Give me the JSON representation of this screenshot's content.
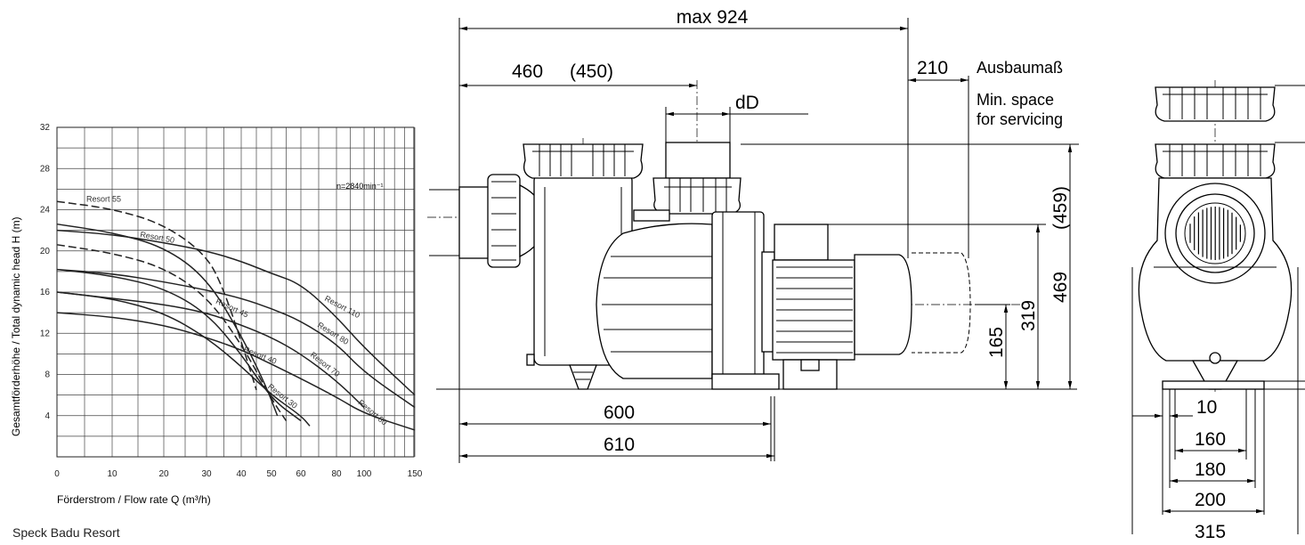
{
  "caption": "Speck Badu Resort",
  "chart_data": {
    "type": "line",
    "title": "",
    "xlabel": "Förderstrom /  Flow rate  Q (m³/h)",
    "ylabel": "Gesamtförderhöhe / Total dynamic head   H (m)",
    "xlim": [
      0,
      150
    ],
    "ylim": [
      0,
      32
    ],
    "x_scale": "nonlinear (compressed above 60)",
    "x_ticks": [
      "0",
      "10",
      "20",
      "30",
      "40",
      "50",
      "60",
      "80",
      "100",
      "150"
    ],
    "y_ticks": [
      "4",
      "8",
      "12",
      "16",
      "20",
      "24",
      "28",
      "32"
    ],
    "grid": true,
    "annotation": "n=2840min⁻¹",
    "series": [
      {
        "name": "Resort 55",
        "x": [
          0,
          10,
          20,
          30,
          35,
          40,
          45
        ],
        "y": [
          24.8,
          24.1,
          22.6,
          19.6,
          16.2,
          11.2,
          6.5
        ],
        "style": "dashed"
      },
      {
        "name": "Resort 50",
        "x": [
          0,
          10,
          20,
          30,
          40,
          48,
          52
        ],
        "y": [
          22.6,
          21.8,
          20.4,
          17.4,
          11.8,
          7.0,
          4.0
        ],
        "style": "solid"
      },
      {
        "name": "Resort 45",
        "x": [
          0,
          10,
          20,
          30,
          40,
          50,
          55
        ],
        "y": [
          20.6,
          19.8,
          18.4,
          15.6,
          11.0,
          5.6,
          3.5
        ],
        "style": "dashed"
      },
      {
        "name": "Resort 40",
        "x": [
          0,
          10,
          20,
          30,
          40,
          50,
          60
        ],
        "y": [
          18.2,
          17.6,
          16.4,
          14.0,
          10.0,
          5.6,
          3.5
        ],
        "style": "solid"
      },
      {
        "name": "Resort 30",
        "x": [
          0,
          10,
          20,
          30,
          40,
          50,
          60,
          65
        ],
        "y": [
          16.0,
          15.4,
          14.0,
          11.6,
          8.8,
          6.0,
          4.0,
          3.0
        ],
        "style": "solid"
      },
      {
        "name": "Resort 60",
        "x": [
          0,
          10,
          20,
          30,
          40,
          50,
          60,
          80,
          100,
          150
        ],
        "y": [
          14.0,
          13.6,
          12.8,
          11.6,
          10.4,
          9.0,
          7.6,
          5.8,
          4.2,
          2.6
        ],
        "style": "solid"
      },
      {
        "name": "Resort 70",
        "x": [
          0,
          10,
          20,
          30,
          40,
          50,
          60,
          80,
          100
        ],
        "y": [
          16.0,
          15.4,
          14.8,
          14.0,
          12.8,
          11.6,
          10.0,
          7.4,
          4.8
        ],
        "style": "solid"
      },
      {
        "name": "Resort 80",
        "x": [
          0,
          10,
          20,
          30,
          40,
          50,
          60,
          80,
          100,
          150
        ],
        "y": [
          18.2,
          17.8,
          17.0,
          16.2,
          15.4,
          14.4,
          13.2,
          11.0,
          8.2,
          4.8
        ],
        "style": "solid"
      },
      {
        "name": "Resort 110",
        "x": [
          0,
          10,
          20,
          30,
          40,
          50,
          60,
          80,
          100,
          150
        ],
        "y": [
          22.0,
          21.6,
          20.8,
          20.0,
          19.0,
          17.8,
          16.8,
          13.6,
          10.6,
          6.0
        ],
        "style": "solid"
      }
    ]
  },
  "drawing": {
    "dims": {
      "max": "max 924",
      "d460": "460",
      "d450": "(450)",
      "dD": "dD",
      "d210": "210",
      "ausbau": "Ausbaumaß",
      "min_space_1": "Min. space",
      "min_space_2": "for servicing",
      "d459": "(459)",
      "d469": "469",
      "d319": "319",
      "d165": "165",
      "d600": "600",
      "d610": "610",
      "d10": "10",
      "d160": "160",
      "d180": "180",
      "d200": "200",
      "d315": "315"
    }
  }
}
